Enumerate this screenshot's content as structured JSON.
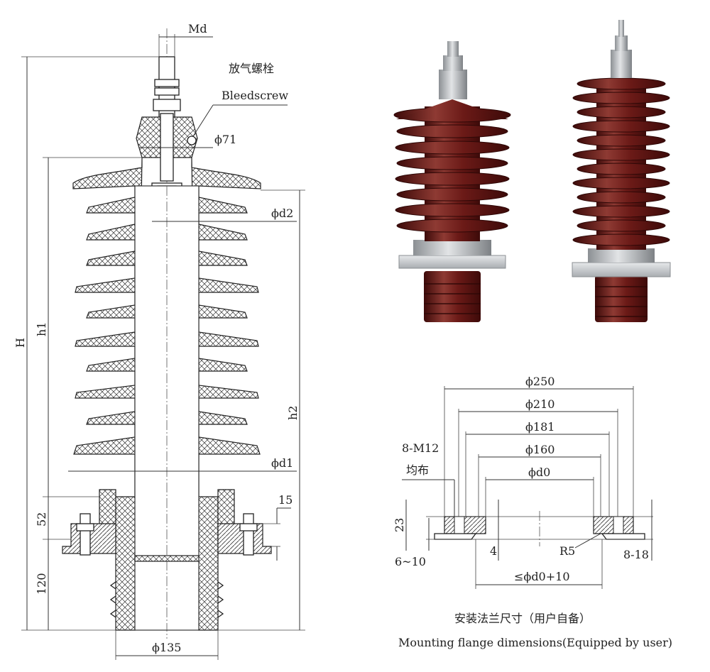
{
  "drawing": {
    "labels": {
      "md": "Md",
      "bleed_cn": "放气螺栓",
      "bleed_en": "Bleedscrew",
      "phi71": "ϕ71",
      "phid2": "ϕd2",
      "phid1": "ϕd1",
      "h": "H",
      "h1": "h1",
      "h2": "h2",
      "d52": "52",
      "d120": "120",
      "d15": "15",
      "phi135": "ϕ135"
    }
  },
  "flange": {
    "labels": {
      "phi250": "ϕ250",
      "phi210": "ϕ210",
      "phi181": "ϕ181",
      "phi160": "ϕ160",
      "phid0": "ϕd0",
      "bolts": "8-M12",
      "bolts_cn": "均布",
      "d23": "23",
      "d6_10": "6~10",
      "d4": "4",
      "r5": "R5",
      "d8_18": "8-18",
      "le_d0": "≤ϕd0+10"
    },
    "caption_cn": "安装法兰尺寸（用户自备）",
    "caption_en": "Mounting flange dimensions(Equipped by user)"
  },
  "photos": {
    "colors": {
      "porcelain": "#6b1a17",
      "porcelain_hi": "#8e3a33",
      "porcelain_dark": "#3d0a09",
      "flange": "#c9ccd0",
      "metal": "#b9bcc0"
    }
  }
}
